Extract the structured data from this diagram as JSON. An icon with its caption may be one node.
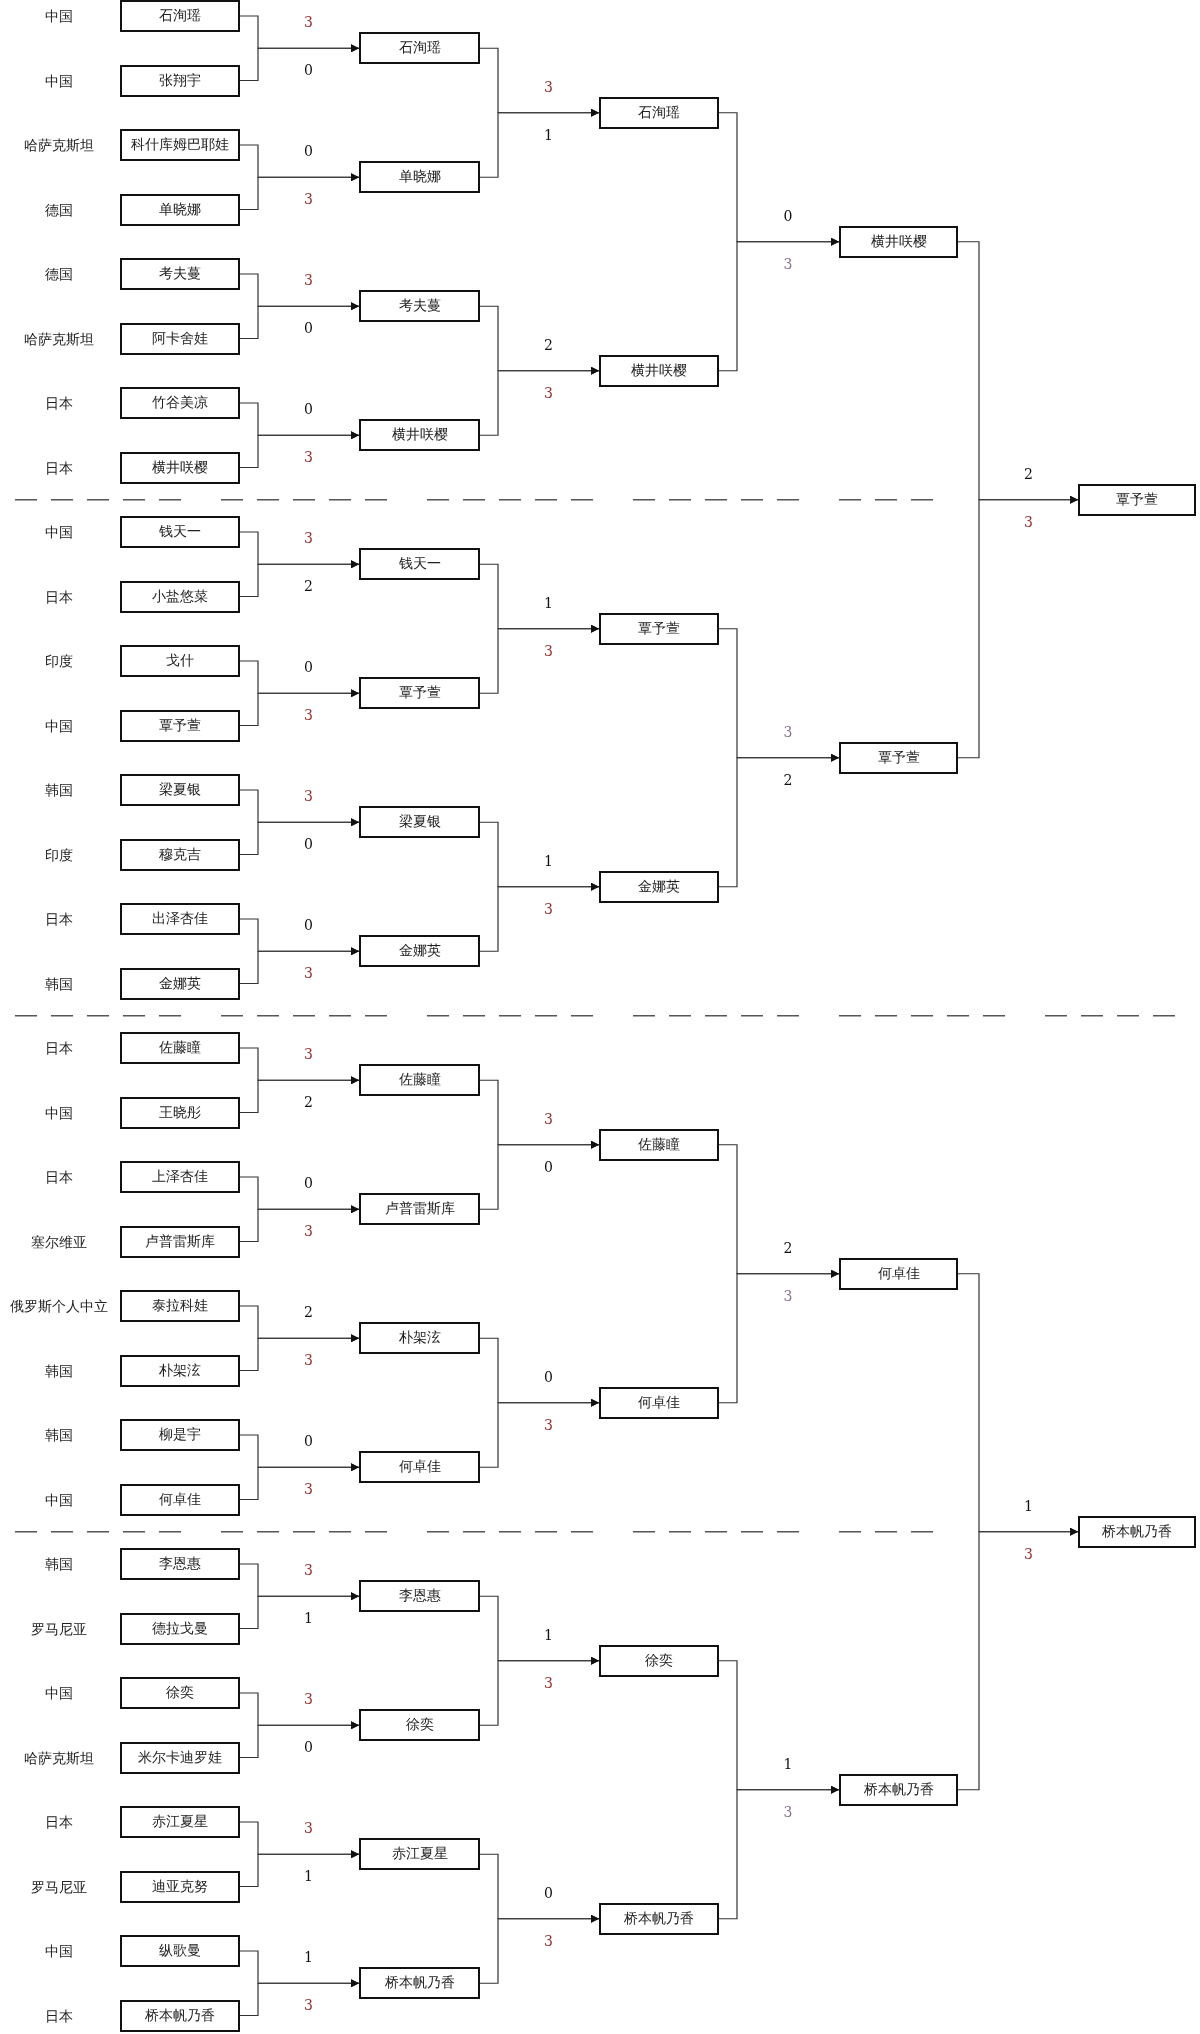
{
  "diagram": {
    "nodes": [
      {
        "text": [
          "石洵瑶"
        ],
        "beside": [
          "中国"
        ]
      },
      {
        "text": [
          "张翔宇"
        ],
        "beside": [
          "中国"
        ]
      },
      {
        "text": [
          "科什库姆巴耶娃"
        ],
        "beside": [
          "哈萨克斯坦"
        ]
      },
      {
        "text": [
          "单晓娜"
        ],
        "beside": [
          "德国"
        ]
      },
      {
        "text": [
          "考夫蔓"
        ],
        "beside": [
          "德国"
        ]
      },
      {
        "text": [
          "阿卡舍娃"
        ],
        "beside": [
          "哈萨克斯坦"
        ]
      },
      {
        "text": [
          "竹谷美凉"
        ],
        "beside": [
          "日本"
        ]
      },
      {
        "text": [
          "横井咲樱"
        ],
        "beside": [
          "日本"
        ]
      },
      {
        "text": [
          "钱天一"
        ],
        "beside": [
          "中国"
        ]
      },
      {
        "text": [
          "小盐悠菜"
        ],
        "beside": [
          "日本"
        ]
      },
      {
        "text": [
          "戈什"
        ],
        "beside": [
          "印度"
        ]
      },
      {
        "text": [
          "覃予萱"
        ],
        "beside": [
          "中国"
        ]
      },
      {
        "text": [
          "梁夏银"
        ],
        "beside": [
          "韩国"
        ]
      },
      {
        "text": [
          "穆克吉"
        ],
        "beside": [
          "印度"
        ]
      },
      {
        "text": [
          "出泽杏佳"
        ],
        "beside": [
          "日本"
        ]
      },
      {
        "text": [
          "金娜英"
        ],
        "beside": [
          "韩国"
        ]
      },
      {
        "text": [
          "佐藤瞳"
        ],
        "beside": [
          "日本"
        ]
      },
      {
        "text": [
          "王晓彤"
        ],
        "beside": [
          "中国"
        ]
      },
      {
        "text": [
          "上泽杏佳"
        ],
        "beside": [
          "日本"
        ]
      },
      {
        "text": [
          "卢普雷斯库"
        ],
        "beside": [
          "塞尔维亚"
        ]
      },
      {
        "text": [
          "泰拉科娃"
        ],
        "beside": [
          "俄罗斯个人中立"
        ]
      },
      {
        "text": [
          "朴架泫"
        ],
        "beside": [
          "韩国"
        ]
      },
      {
        "text": [
          "柳是宇"
        ],
        "beside": [
          "韩国"
        ]
      },
      {
        "text": [
          "何卓佳"
        ],
        "beside": [
          "中国"
        ]
      },
      {
        "text": [
          "李恩惠"
        ],
        "beside": [
          "韩国"
        ]
      },
      {
        "text": [
          "德拉戈曼"
        ],
        "beside": [
          "罗马尼亚"
        ]
      },
      {
        "text": [
          "徐奕"
        ],
        "beside": [
          "中国"
        ]
      },
      {
        "text": [
          "米尔卡迪罗娃"
        ],
        "beside": [
          "哈萨克斯坦"
        ]
      },
      {
        "text": [
          "赤江夏星"
        ],
        "beside": [
          "日本"
        ]
      },
      {
        "text": [
          "迪亚克努"
        ],
        "beside": [
          "罗马尼亚"
        ]
      },
      {
        "text": [
          "纵歌曼"
        ],
        "beside": [
          "中国"
        ]
      },
      {
        "text": [
          "桥本帆乃香"
        ],
        "beside": [
          "日本"
        ]
      },
      {
        "text": [
          "石洵瑶"
        ]
      },
      {
        "text": [
          "单晓娜"
        ]
      },
      {
        "text": [
          "考夫蔓"
        ]
      },
      {
        "text": [
          "横井咲樱"
        ]
      },
      {
        "text": [
          "钱天一"
        ]
      },
      {
        "text": [
          "覃予萱"
        ]
      },
      {
        "text": [
          "梁夏银"
        ]
      },
      {
        "text": [
          "金娜英"
        ]
      },
      {
        "text": [
          "佐藤瞳"
        ]
      },
      {
        "text": [
          "卢普雷斯库"
        ]
      },
      {
        "text": [
          "朴架泫"
        ]
      },
      {
        "text": [
          "何卓佳"
        ]
      },
      {
        "text": [
          "李恩惠"
        ]
      },
      {
        "text": [
          "徐奕"
        ]
      },
      {
        "text": [
          "赤江夏星"
        ]
      },
      {
        "text": [
          "桥本帆乃香"
        ]
      },
      {
        "text": [
          "石洵瑶"
        ]
      },
      {
        "text": [
          "横井咲樱"
        ]
      },
      {
        "text": [
          "覃予萱"
        ]
      },
      {
        "text": [
          "金娜英"
        ]
      },
      {
        "text": [
          "佐藤瞳"
        ]
      },
      {
        "text": [
          "何卓佳"
        ]
      },
      {
        "text": [
          "徐奕"
        ]
      },
      {
        "text": [
          "桥本帆乃香"
        ]
      },
      {
        "text": [
          "横井咲樱"
        ]
      },
      {
        "text": [
          "覃予萱"
        ]
      },
      {
        "text": [
          "何卓佳"
        ]
      },
      {
        "text": [
          "桥本帆乃香"
        ]
      },
      {
        "text": [
          "覃予萱"
        ]
      },
      {
        "text": [
          "桥本帆乃香"
        ]
      }
    ],
    "edges": [
      {
        "from": 0,
        "to": 32,
        "arrow": "to",
        "label": "3"
      },
      {
        "from": 1,
        "to": 32,
        "arrow": "to",
        "label": "0"
      },
      {
        "from": 2,
        "to": 33,
        "arrow": "to",
        "label": "0"
      },
      {
        "from": 3,
        "to": 33,
        "arrow": "to",
        "label": "3"
      },
      {
        "from": 4,
        "to": 34,
        "arrow": "to",
        "label": "3"
      },
      {
        "from": 5,
        "to": 34,
        "arrow": "to",
        "label": "0"
      },
      {
        "from": 6,
        "to": 35,
        "arrow": "to",
        "label": "0"
      },
      {
        "from": 7,
        "to": 35,
        "arrow": "to",
        "label": "3"
      },
      {
        "from": 8,
        "to": 36,
        "arrow": "to",
        "label": "3"
      },
      {
        "from": 9,
        "to": 36,
        "arrow": "to",
        "label": "2"
      },
      {
        "from": 10,
        "to": 37,
        "arrow": "to",
        "label": "0"
      },
      {
        "from": 11,
        "to": 37,
        "arrow": "to",
        "label": "3"
      },
      {
        "from": 12,
        "to": 38,
        "arrow": "to",
        "label": "3"
      },
      {
        "from": 13,
        "to": 38,
        "arrow": "to",
        "label": "0"
      },
      {
        "from": 14,
        "to": 39,
        "arrow": "to",
        "label": "0"
      },
      {
        "from": 15,
        "to": 39,
        "arrow": "to",
        "label": "3"
      },
      {
        "from": 16,
        "to": 40,
        "arrow": "to",
        "label": "3"
      },
      {
        "from": 17,
        "to": 40,
        "arrow": "to",
        "label": "2"
      },
      {
        "from": 18,
        "to": 41,
        "arrow": "to",
        "label": "0"
      },
      {
        "from": 19,
        "to": 41,
        "arrow": "to",
        "label": "3"
      },
      {
        "from": 20,
        "to": 42,
        "arrow": "to",
        "label": "2"
      },
      {
        "from": 21,
        "to": 42,
        "arrow": "to",
        "label": "3"
      },
      {
        "from": 22,
        "to": 43,
        "arrow": "to",
        "label": "0"
      },
      {
        "from": 23,
        "to": 43,
        "arrow": "to",
        "label": "3"
      },
      {
        "from": 24,
        "to": 44,
        "arrow": "to",
        "label": "3"
      },
      {
        "from": 25,
        "to": 44,
        "arrow": "to",
        "label": "1"
      },
      {
        "from": 26,
        "to": 45,
        "arrow": "to",
        "label": "3"
      },
      {
        "from": 27,
        "to": 45,
        "arrow": "to",
        "label": "0"
      },
      {
        "from": 28,
        "to": 46,
        "arrow": "to",
        "label": "3"
      },
      {
        "from": 29,
        "to": 46,
        "arrow": "to",
        "label": "1"
      },
      {
        "from": 30,
        "to": 47,
        "arrow": "to",
        "label": "1"
      },
      {
        "from": 31,
        "to": 47,
        "arrow": "to",
        "label": "3"
      },
      {
        "from": 32,
        "to": 48,
        "arrow": "to",
        "label": "3"
      },
      {
        "from": 33,
        "to": 48,
        "arrow": "to",
        "label": "1"
      },
      {
        "from": 34,
        "to": 49,
        "arrow": "to",
        "label": "2"
      },
      {
        "from": 35,
        "to": 49,
        "arrow": "to",
        "label": "3"
      },
      {
        "from": 36,
        "to": 50,
        "arrow": "to",
        "label": "1"
      },
      {
        "from": 37,
        "to": 50,
        "arrow": "to",
        "label": "3"
      },
      {
        "from": 38,
        "to": 51,
        "arrow": "to",
        "label": "1"
      },
      {
        "from": 39,
        "to": 51,
        "arrow": "to",
        "label": "3"
      },
      {
        "from": 40,
        "to": 52,
        "arrow": "to",
        "label": "3"
      },
      {
        "from": 41,
        "to": 52,
        "arrow": "to",
        "label": "0"
      },
      {
        "from": 42,
        "to": 53,
        "arrow": "to",
        "label": "0"
      },
      {
        "from": 43,
        "to": 53,
        "arrow": "to",
        "label": "3"
      },
      {
        "from": 44,
        "to": 54,
        "arrow": "to",
        "label": "1"
      },
      {
        "from": 45,
        "to": 54,
        "arrow": "to",
        "label": "3"
      },
      {
        "from": 46,
        "to": 55,
        "arrow": "to",
        "label": "0"
      },
      {
        "from": 47,
        "to": 55,
        "arrow": "to",
        "label": "3"
      },
      {
        "from": 48,
        "to": 56,
        "arrow": "to",
        "label": "0"
      },
      {
        "from": 49,
        "to": 56,
        "arrow": "to",
        "label": "3"
      },
      {
        "from": 50,
        "to": 57,
        "arrow": "to",
        "label": "3"
      },
      {
        "from": 51,
        "to": 57,
        "arrow": "to",
        "label": "2"
      },
      {
        "from": 52,
        "to": 58,
        "arrow": "to",
        "label": "2"
      },
      {
        "from": 53,
        "to": 58,
        "arrow": "to",
        "label": "3"
      },
      {
        "from": 54,
        "to": 59,
        "arrow": "to",
        "label": "1"
      },
      {
        "from": 55,
        "to": 59,
        "arrow": "to",
        "label": "3"
      },
      {
        "from": 56,
        "to": 60,
        "arrow": "to",
        "label": "2"
      },
      {
        "from": 57,
        "to": 60,
        "arrow": "to",
        "label": "3"
      },
      {
        "from": 58,
        "to": 61,
        "arrow": "to",
        "label": "1"
      },
      {
        "from": 59,
        "to": 61,
        "arrow": "to",
        "label": "3"
      }
    ]
  }
}
